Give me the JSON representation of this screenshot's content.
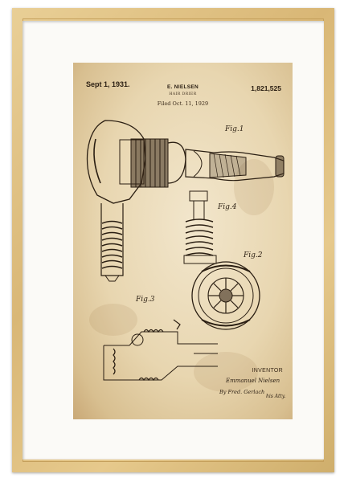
{
  "header": {
    "date": "Sept 1, 1931.",
    "inventor": "E. NIELSEN",
    "patent_number": "1,821,525",
    "invention": "HAIR DRIER",
    "filed": "Filed Oct. 11, 1929"
  },
  "figures": [
    "Fig.1",
    "Fig.4",
    "Fig.2",
    "Fig.3"
  ],
  "inventor_block": {
    "label": "INVENTOR",
    "signature_1": "Emmanuel Nielsen",
    "signature_2": "By Fred. Gerlach",
    "signature_3": "his Atty."
  },
  "colors": {
    "frame": "#dcbc7c",
    "mat": "#fbfaf7",
    "paper": "#eddcb8",
    "ink": "#2a1e12"
  }
}
